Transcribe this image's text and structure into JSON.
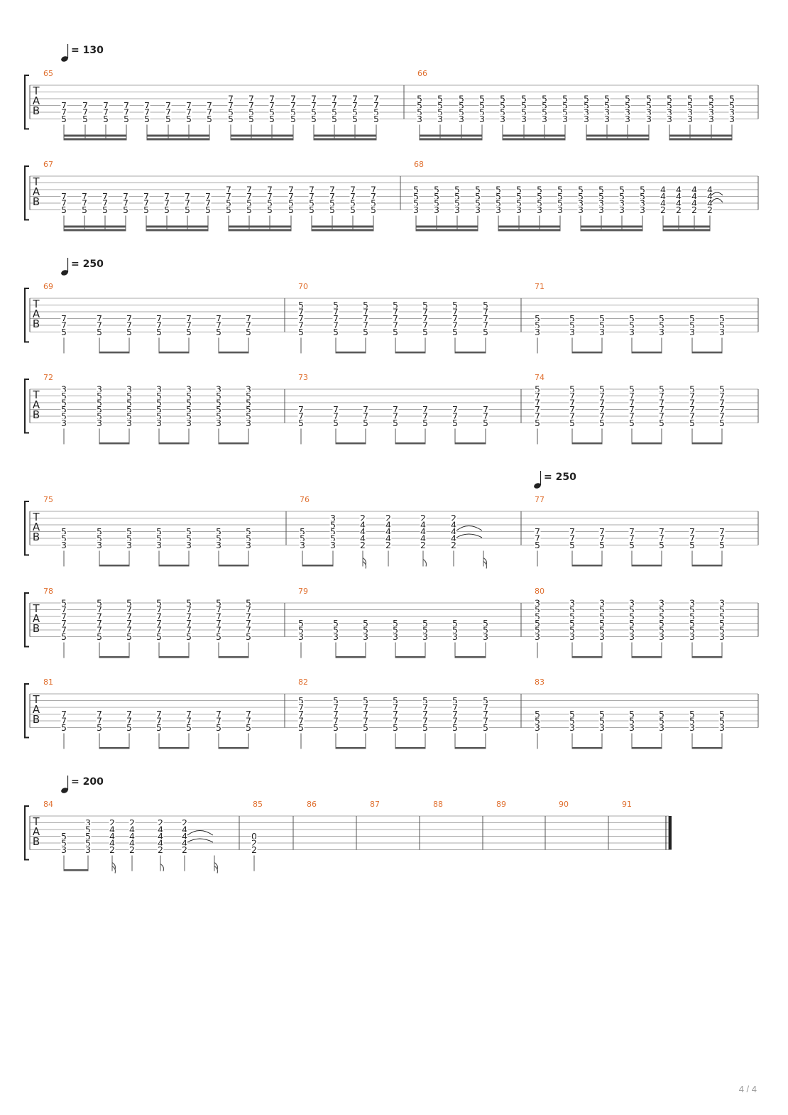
{
  "page_number": "4 / 4",
  "clef_letters": [
    "T",
    "A",
    "B"
  ],
  "tempo_marks": [
    {
      "prefix": "= ",
      "value": "130"
    },
    {
      "prefix": "= ",
      "value": "250"
    },
    {
      "prefix": "= ",
      "value": "250"
    },
    {
      "prefix": "= ",
      "value": "200"
    }
  ],
  "measures": [
    {
      "number": "65",
      "notes": [
        [
          "7",
          "7",
          "5"
        ],
        [
          "7",
          "7",
          "5"
        ],
        [
          "7",
          "7",
          "5"
        ],
        [
          "7",
          "7",
          "5"
        ],
        [
          "7",
          "7",
          "5"
        ],
        [
          "7",
          "7",
          "5"
        ],
        [
          "7",
          "7",
          "5"
        ],
        [
          "7",
          "7",
          "5"
        ],
        [
          "7",
          "7",
          "5",
          "5"
        ],
        [
          "7",
          "7",
          "5",
          "5"
        ],
        [
          "7",
          "7",
          "5",
          "5"
        ],
        [
          "7",
          "7",
          "5",
          "5"
        ],
        [
          "7",
          "7",
          "5",
          "5"
        ],
        [
          "7",
          "7",
          "5",
          "5"
        ],
        [
          "7",
          "7",
          "5",
          "5"
        ],
        [
          "7",
          "7",
          "5",
          "5"
        ]
      ]
    },
    {
      "number": "66",
      "notes": [
        [
          "5",
          "5",
          "5",
          "3"
        ],
        [
          "5",
          "5",
          "5",
          "3"
        ],
        [
          "5",
          "5",
          "5",
          "3"
        ],
        [
          "5",
          "5",
          "5",
          "3"
        ],
        [
          "5",
          "5",
          "5",
          "3"
        ],
        [
          "5",
          "5",
          "5",
          "3"
        ],
        [
          "5",
          "5",
          "5",
          "3"
        ],
        [
          "5",
          "5",
          "5",
          "3"
        ],
        [
          "5",
          "5",
          "3",
          "3"
        ],
        [
          "5",
          "5",
          "3",
          "3"
        ],
        [
          "5",
          "5",
          "3",
          "3"
        ],
        [
          "5",
          "5",
          "3",
          "3"
        ],
        [
          "5",
          "5",
          "3",
          "3"
        ],
        [
          "5",
          "5",
          "3",
          "3"
        ],
        [
          "5",
          "5",
          "3",
          "3"
        ],
        [
          "5",
          "5",
          "3",
          "3"
        ]
      ]
    },
    {
      "number": "67",
      "notes": [
        [
          "7",
          "7",
          "5"
        ],
        [
          "7",
          "7",
          "5"
        ],
        [
          "7",
          "7",
          "5"
        ],
        [
          "7",
          "7",
          "5"
        ],
        [
          "7",
          "7",
          "5"
        ],
        [
          "7",
          "7",
          "5"
        ],
        [
          "7",
          "7",
          "5"
        ],
        [
          "7",
          "7",
          "5"
        ],
        [
          "7",
          "7",
          "5",
          "5"
        ],
        [
          "7",
          "7",
          "5",
          "5"
        ],
        [
          "7",
          "7",
          "5",
          "5"
        ],
        [
          "7",
          "7",
          "5",
          "5"
        ],
        [
          "7",
          "7",
          "5",
          "5"
        ],
        [
          "7",
          "7",
          "5",
          "5"
        ],
        [
          "7",
          "7",
          "5",
          "5"
        ],
        [
          "7",
          "7",
          "5",
          "5"
        ]
      ]
    },
    {
      "number": "68",
      "notes": [
        [
          "5",
          "5",
          "5",
          "3"
        ],
        [
          "5",
          "5",
          "5",
          "3"
        ],
        [
          "5",
          "5",
          "5",
          "3"
        ],
        [
          "5",
          "5",
          "5",
          "3"
        ],
        [
          "5",
          "5",
          "5",
          "3"
        ],
        [
          "5",
          "5",
          "5",
          "3"
        ],
        [
          "5",
          "5",
          "5",
          "3"
        ],
        [
          "5",
          "5",
          "5",
          "3"
        ],
        [
          "5",
          "5",
          "3",
          "3"
        ],
        [
          "5",
          "5",
          "3",
          "3"
        ],
        [
          "5",
          "5",
          "3",
          "3"
        ],
        [
          "5",
          "5",
          "3",
          "3"
        ],
        [
          "4",
          "4",
          "4",
          "2"
        ],
        [
          "4",
          "4",
          "4",
          "2"
        ],
        [
          "4",
          "4",
          "4",
          "2"
        ],
        [
          "4",
          "4",
          "4",
          "2"
        ]
      ]
    },
    {
      "number": "69",
      "notes": [
        [
          "7",
          "7",
          "5"
        ],
        [
          "7",
          "7",
          "5"
        ],
        [
          "7",
          "7",
          "5"
        ],
        [
          "7",
          "7",
          "5"
        ],
        [
          "7",
          "7",
          "5"
        ],
        [
          "7",
          "7",
          "5"
        ],
        [
          "7",
          "7",
          "5"
        ]
      ]
    },
    {
      "number": "70",
      "notes": [
        [
          "5",
          "7",
          "7",
          "7",
          "5"
        ],
        [
          "5",
          "7",
          "7",
          "7",
          "5"
        ],
        [
          "5",
          "7",
          "7",
          "7",
          "5"
        ],
        [
          "5",
          "7",
          "7",
          "7",
          "5"
        ],
        [
          "5",
          "7",
          "7",
          "7",
          "5"
        ],
        [
          "5",
          "7",
          "7",
          "7",
          "5"
        ],
        [
          "5",
          "7",
          "7",
          "7",
          "5"
        ]
      ]
    },
    {
      "number": "71",
      "notes": [
        [
          "5",
          "5",
          "3"
        ],
        [
          "5",
          "5",
          "3"
        ],
        [
          "5",
          "5",
          "3"
        ],
        [
          "5",
          "5",
          "3"
        ],
        [
          "5",
          "5",
          "3"
        ],
        [
          "5",
          "5",
          "3"
        ],
        [
          "5",
          "5",
          "3"
        ]
      ]
    },
    {
      "number": "72",
      "notes": [
        [
          "3",
          "5",
          "5",
          "5",
          "5",
          "3"
        ],
        [
          "3",
          "5",
          "5",
          "5",
          "5",
          "3"
        ],
        [
          "3",
          "5",
          "5",
          "5",
          "5",
          "3"
        ],
        [
          "3",
          "5",
          "5",
          "5",
          "5",
          "3"
        ],
        [
          "3",
          "5",
          "5",
          "5",
          "5",
          "3"
        ],
        [
          "3",
          "5",
          "5",
          "5",
          "5",
          "3"
        ],
        [
          "3",
          "5",
          "5",
          "5",
          "5",
          "3"
        ]
      ]
    },
    {
      "number": "73",
      "notes": [
        [
          "7",
          "7",
          "5"
        ],
        [
          "7",
          "7",
          "5"
        ],
        [
          "7",
          "7",
          "5"
        ],
        [
          "7",
          "7",
          "5"
        ],
        [
          "7",
          "7",
          "5"
        ],
        [
          "7",
          "7",
          "5"
        ],
        [
          "7",
          "7",
          "5"
        ]
      ]
    },
    {
      "number": "74",
      "notes": [
        [
          "5",
          "7",
          "7",
          "7",
          "7",
          "5"
        ],
        [
          "5",
          "7",
          "7",
          "7",
          "7",
          "5"
        ],
        [
          "5",
          "7",
          "7",
          "7",
          "7",
          "5"
        ],
        [
          "5",
          "7",
          "7",
          "7",
          "7",
          "5"
        ],
        [
          "5",
          "7",
          "7",
          "7",
          "7",
          "5"
        ],
        [
          "5",
          "7",
          "7",
          "7",
          "7",
          "5"
        ],
        [
          "5",
          "7",
          "7",
          "7",
          "7",
          "5"
        ]
      ]
    },
    {
      "number": "75",
      "notes": [
        [
          "5",
          "5",
          "3"
        ],
        [
          "5",
          "5",
          "3"
        ],
        [
          "5",
          "5",
          "3"
        ],
        [
          "5",
          "5",
          "3"
        ],
        [
          "5",
          "5",
          "3"
        ],
        [
          "5",
          "5",
          "3"
        ],
        [
          "5",
          "5",
          "3"
        ]
      ]
    },
    {
      "number": "76",
      "notes": [
        [
          "5",
          "5",
          "3"
        ],
        [
          "3",
          "5",
          "5",
          "5",
          "3"
        ],
        [
          "2",
          "4",
          "4",
          "4",
          "2"
        ],
        [
          "2",
          "4",
          "4",
          "4",
          "2"
        ],
        [
          "2",
          "4",
          "4",
          "4",
          "2"
        ],
        [
          "2",
          "4",
          "4",
          "4",
          "2"
        ]
      ]
    },
    {
      "number": "77",
      "notes": [
        [
          "7",
          "7",
          "5"
        ],
        [
          "7",
          "7",
          "5"
        ],
        [
          "7",
          "7",
          "5"
        ],
        [
          "7",
          "7",
          "5"
        ],
        [
          "7",
          "7",
          "5"
        ],
        [
          "7",
          "7",
          "5"
        ],
        [
          "7",
          "7",
          "5"
        ]
      ]
    },
    {
      "number": "78",
      "notes": [
        [
          "5",
          "7",
          "7",
          "7",
          "7",
          "5"
        ],
        [
          "5",
          "7",
          "7",
          "7",
          "7",
          "5"
        ],
        [
          "5",
          "7",
          "7",
          "7",
          "7",
          "5"
        ],
        [
          "5",
          "7",
          "7",
          "7",
          "7",
          "5"
        ],
        [
          "5",
          "7",
          "7",
          "7",
          "7",
          "5"
        ],
        [
          "5",
          "7",
          "7",
          "7",
          "7",
          "5"
        ],
        [
          "5",
          "7",
          "7",
          "7",
          "7",
          "5"
        ]
      ]
    },
    {
      "number": "79",
      "notes": [
        [
          "5",
          "5",
          "3"
        ],
        [
          "5",
          "5",
          "3"
        ],
        [
          "5",
          "5",
          "3"
        ],
        [
          "5",
          "5",
          "3"
        ],
        [
          "5",
          "5",
          "3"
        ],
        [
          "5",
          "5",
          "3"
        ],
        [
          "5",
          "5",
          "3"
        ]
      ]
    },
    {
      "number": "80",
      "notes": [
        [
          "3",
          "5",
          "5",
          "5",
          "5",
          "3"
        ],
        [
          "3",
          "5",
          "5",
          "5",
          "5",
          "3"
        ],
        [
          "3",
          "5",
          "5",
          "5",
          "5",
          "3"
        ],
        [
          "3",
          "5",
          "5",
          "5",
          "5",
          "3"
        ],
        [
          "3",
          "5",
          "5",
          "5",
          "5",
          "3"
        ],
        [
          "3",
          "5",
          "5",
          "5",
          "5",
          "3"
        ],
        [
          "3",
          "5",
          "5",
          "5",
          "5",
          "3"
        ]
      ]
    },
    {
      "number": "81",
      "notes": [
        [
          "7",
          "7",
          "5"
        ],
        [
          "7",
          "7",
          "5"
        ],
        [
          "7",
          "7",
          "5"
        ],
        [
          "7",
          "7",
          "5"
        ],
        [
          "7",
          "7",
          "5"
        ],
        [
          "7",
          "7",
          "5"
        ],
        [
          "7",
          "7",
          "5"
        ]
      ]
    },
    {
      "number": "82",
      "notes": [
        [
          "5",
          "7",
          "7",
          "7",
          "5"
        ],
        [
          "5",
          "7",
          "7",
          "7",
          "5"
        ],
        [
          "5",
          "7",
          "7",
          "7",
          "5"
        ],
        [
          "5",
          "7",
          "7",
          "7",
          "5"
        ],
        [
          "5",
          "7",
          "7",
          "7",
          "5"
        ],
        [
          "5",
          "7",
          "7",
          "7",
          "5"
        ],
        [
          "5",
          "7",
          "7",
          "7",
          "5"
        ]
      ]
    },
    {
      "number": "83",
      "notes": [
        [
          "5",
          "5",
          "3"
        ],
        [
          "5",
          "5",
          "3"
        ],
        [
          "5",
          "5",
          "3"
        ],
        [
          "5",
          "5",
          "3"
        ],
        [
          "5",
          "5",
          "3"
        ],
        [
          "5",
          "5",
          "3"
        ],
        [
          "5",
          "5",
          "3"
        ]
      ]
    },
    {
      "number": "84",
      "notes": [
        [
          "5",
          "5",
          "3"
        ],
        [
          "3",
          "5",
          "5",
          "5",
          "3"
        ],
        [
          "2",
          "4",
          "4",
          "4",
          "2"
        ],
        [
          "2",
          "4",
          "4",
          "4",
          "2"
        ],
        [
          "2",
          "4",
          "4",
          "4",
          "2"
        ],
        [
          "2",
          "4",
          "4",
          "4",
          "2"
        ]
      ]
    },
    {
      "number": "85",
      "notes": [
        [
          "0",
          "2",
          "2"
        ]
      ]
    },
    {
      "number": "86",
      "notes": []
    },
    {
      "number": "87",
      "notes": []
    },
    {
      "number": "88",
      "notes": []
    },
    {
      "number": "89",
      "notes": []
    },
    {
      "number": "90",
      "notes": []
    },
    {
      "number": "91",
      "notes": []
    }
  ],
  "colors": {
    "measure_number": "#e07030",
    "staff_line": "#a8a8a8",
    "ink": "#222222",
    "page_number": "#9a9a9a"
  }
}
